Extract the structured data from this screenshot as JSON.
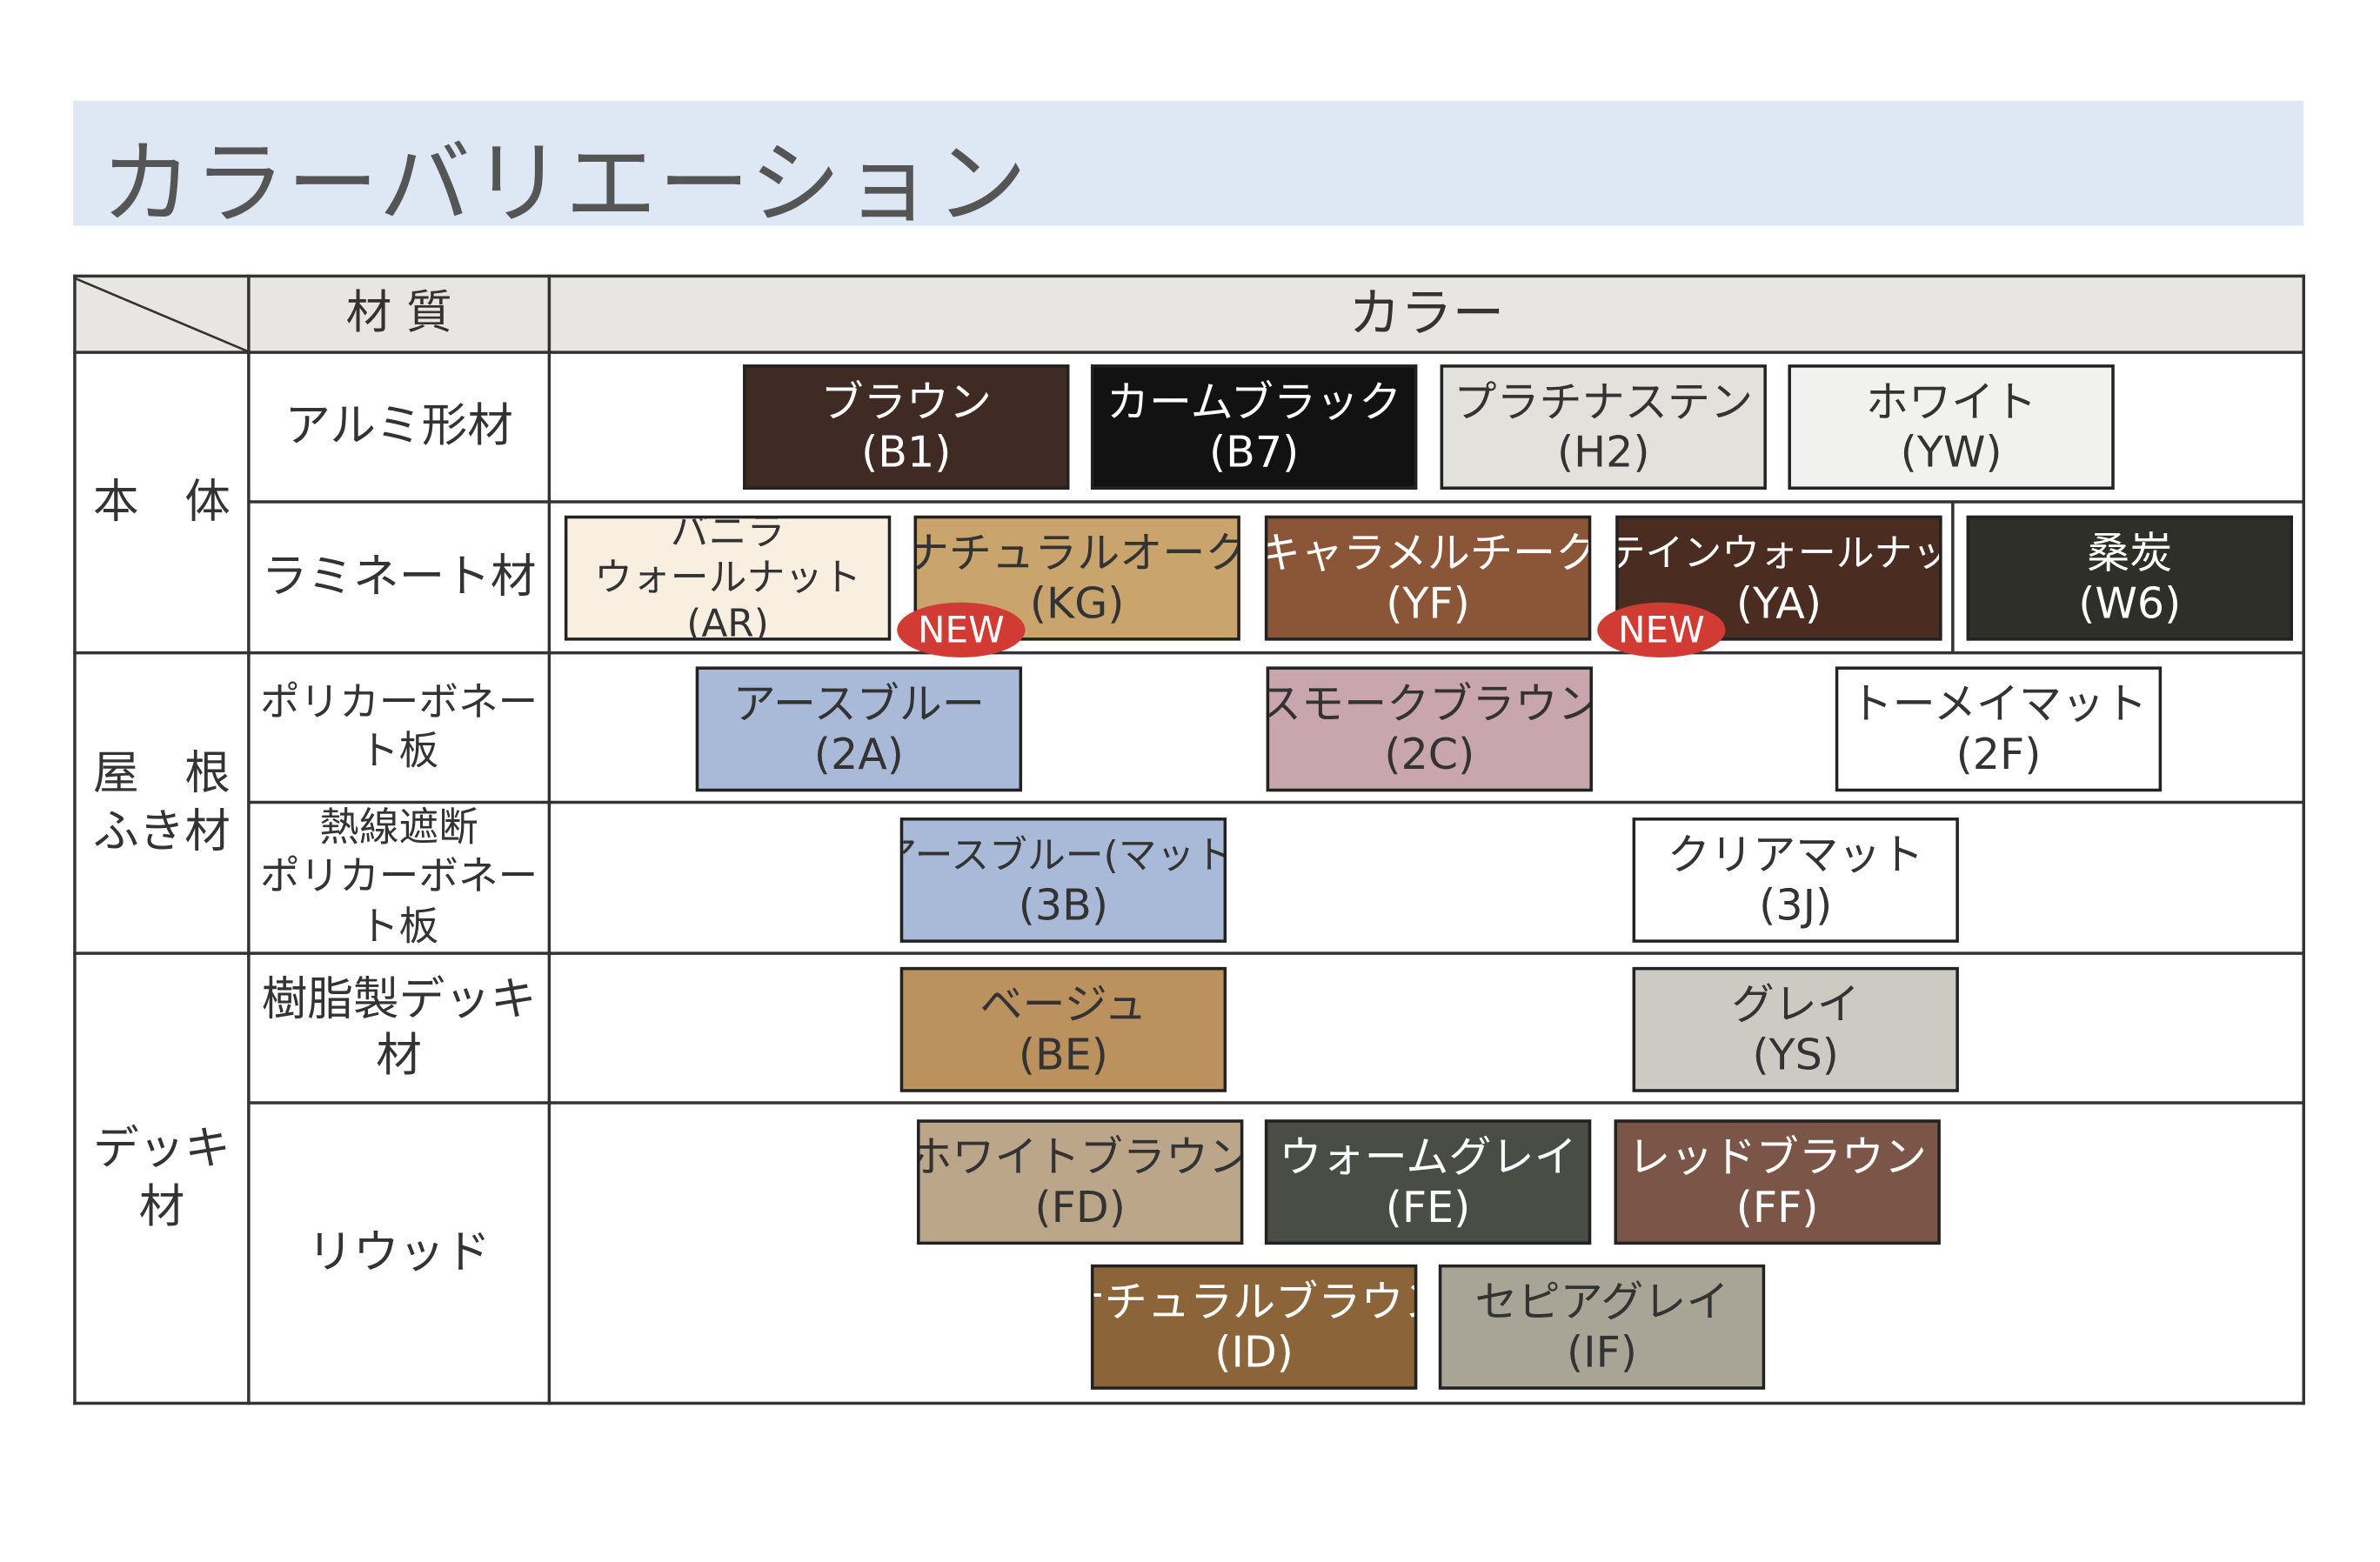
{
  "title": "カラーバリエーション",
  "header": {
    "material": "材 質",
    "color": "カラー"
  },
  "groups": [
    "本　体",
    "屋　根\nふき材",
    "デッキ材"
  ],
  "materials": [
    "アルミ形材",
    "ラミネート材",
    "ポリカーボネート板",
    "熱線遮断\nポリカーボネート板",
    "樹脂製デッキ材",
    "リウッド"
  ],
  "badge": "NEW",
  "swatches": [
    {
      "name": "ブラウン",
      "code": "(B1)",
      "color": "#3f2b23"
    },
    {
      "name": "カームブラック",
      "code": "(B7)",
      "color": "#121212"
    },
    {
      "name": "プラチナステン",
      "code": "(H2)",
      "color": "#e3e1dc"
    },
    {
      "name": "ホワイト",
      "code": "(YW)",
      "color": "#f1f2ef"
    },
    {
      "name": "バニラ\nウォールナット",
      "code": "(AR)",
      "color": "#f8efe0"
    },
    {
      "name": "ナチュラルオーク",
      "code": "(KG)",
      "color": "#c9a46c"
    },
    {
      "name": "キャラメルチーク",
      "code": "(YF)",
      "color": "#8a5637"
    },
    {
      "name": "ステインウォールナット",
      "code": "(YA)",
      "color": "#4b2c20"
    },
    {
      "name": "桑炭",
      "code": "(W6)",
      "color": "#2f2f29"
    },
    {
      "name": "アースブルー",
      "code": "(2A)",
      "color": "#a9bad9"
    },
    {
      "name": "スモークブラウン",
      "code": "(2C)",
      "color": "#c9a6ad"
    },
    {
      "name": "トーメイマット",
      "code": "(2F)",
      "color": "#ffffff"
    },
    {
      "name": "アースブルー(マット)",
      "code": "(3B)",
      "color": "#a9bad9"
    },
    {
      "name": "クリアマット",
      "code": "(3J)",
      "color": "#ffffff"
    },
    {
      "name": "ベージュ",
      "code": "(BE)",
      "color": "#bb915e"
    },
    {
      "name": "グレイ",
      "code": "(YS)",
      "color": "#cbcac3"
    },
    {
      "name": "ホワイトブラウン",
      "code": "(FD)",
      "color": "#bba68a"
    },
    {
      "name": "ウォームグレイ",
      "code": "(FE)",
      "color": "#4a4c46"
    },
    {
      "name": "レッドブラウン",
      "code": "(FF)",
      "color": "#7b5547"
    },
    {
      "name": "ナチュラルブラウン",
      "code": "(ID)",
      "color": "#8b6539"
    },
    {
      "name": "セピアグレイ",
      "code": "(IF)",
      "color": "#a9a596"
    }
  ]
}
